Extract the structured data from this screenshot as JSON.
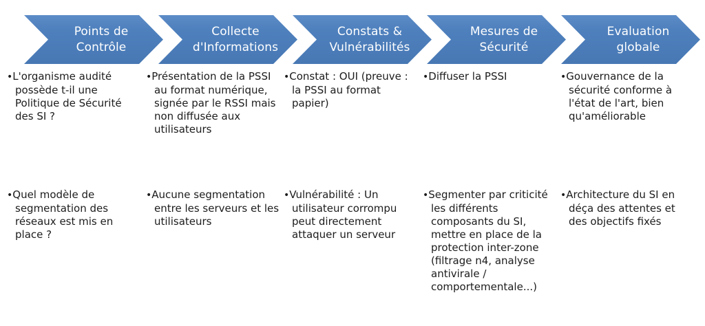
{
  "diagram": {
    "type": "chevron-process",
    "accent_color": "#4e80bd",
    "text_color": "#1c1c1c",
    "header_text_color": "#ffffff",
    "background_color": "#ffffff",
    "bullet_glyph": "•",
    "stages": [
      {
        "label": "Points de\nContrôle",
        "row1": [
          "L'organisme audité possède t-il une Politique de Sécurité des SI ?"
        ],
        "row2": [
          "Quel modèle de segmentation des réseaux est mis en place ?"
        ]
      },
      {
        "label": "Collecte\nd'Informations",
        "row1": [
          "Présentation de la PSSI au format numérique, signée par le RSSI mais non diffusée aux utilisateurs"
        ],
        "row2": [
          "Aucune segmentation entre les serveurs et les utilisateurs"
        ]
      },
      {
        "label": "Constats &\nVulnérabilités",
        "row1": [
          "Constat : OUI (preuve : la PSSI au format papier)"
        ],
        "row2": [
          "Vulnérabilité : Un utilisateur corrompu peut directement attaquer un serveur"
        ]
      },
      {
        "label": "Mesures de\nSécurité",
        "row1": [
          "Diffuser la PSSI"
        ],
        "row2": [
          "Segmenter par criticité les différents composants du SI, mettre en place de la protection inter-zone (filtrage n4, analyse antivirale / comportementale...)"
        ]
      },
      {
        "label": "Evaluation\nglobale",
        "row1": [
          "Gouvernance de la sécurité conforme à l'état de l'art, bien qu'améliorable"
        ],
        "row2": [
          "Architecture du SI en déça des attentes et des objectifs fixés"
        ]
      }
    ]
  }
}
